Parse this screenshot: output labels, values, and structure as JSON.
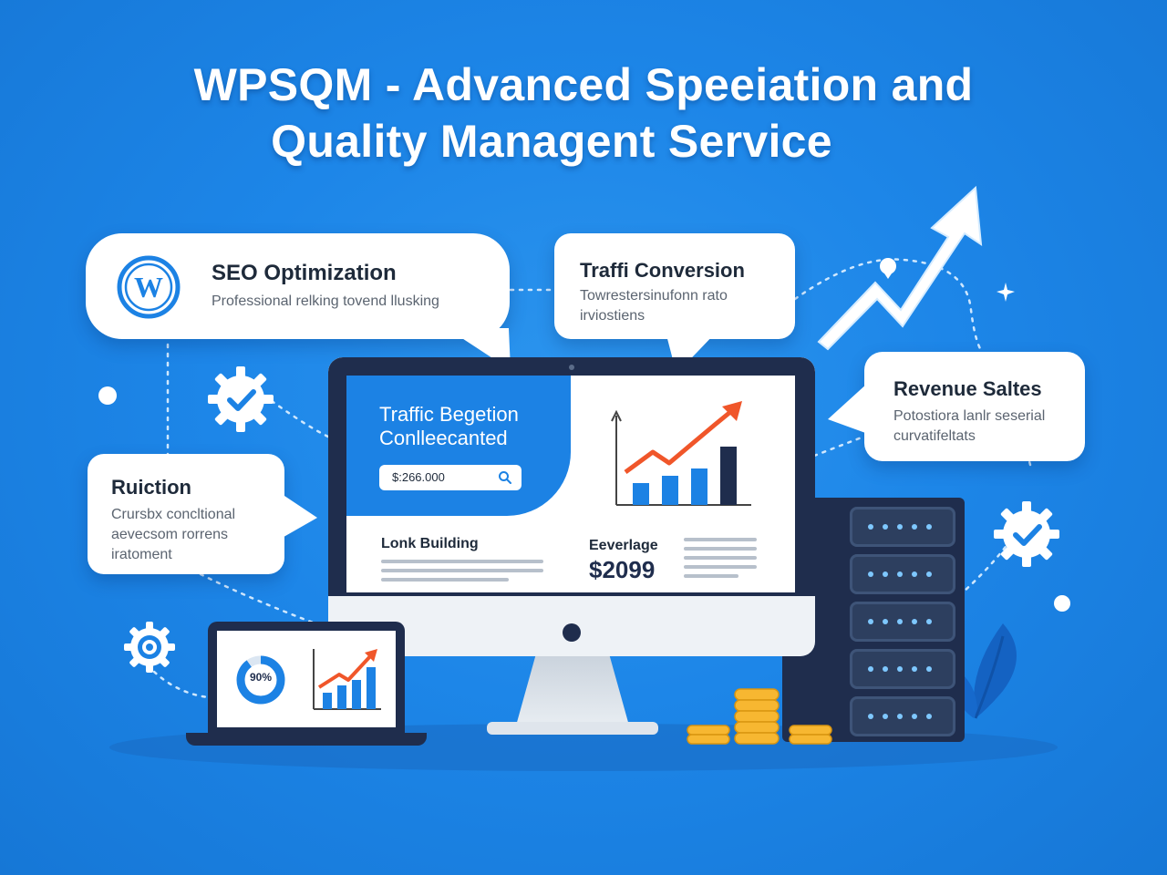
{
  "title": {
    "line1": "WPSQM - Advanced Speeiation and",
    "line2": "Quality Managent Service"
  },
  "bubbles": {
    "seo": {
      "title": "SEO Optimization",
      "subtitle": "Professional relking tovend llusking",
      "icon": "wordpress-icon"
    },
    "traffic": {
      "title": "Traffi Conversion",
      "subtitle_line1": "Towrestersinufonn rato",
      "subtitle_line2": "irviostiens"
    },
    "revenue": {
      "title": "Revenue Saltes",
      "subtitle_line1": "Potostiora lanlr seserial",
      "subtitle_line2": "curvatifeltats"
    },
    "ruiction": {
      "title": "Ruiction",
      "subtitle_line1": "Crursbx concltional",
      "subtitle_line2": "aevecsom rorrens",
      "subtitle_line3": "iratoment"
    }
  },
  "monitor": {
    "hero_line1": "Traffic Begetion",
    "hero_line2": "Conlleecanted",
    "search_value": "$:266.000",
    "link_label": "Lonk Building",
    "average_label": "Eeverlage",
    "average_value": "$2099"
  },
  "laptop": {
    "donut_label": "90%",
    "donut_percent": 90
  },
  "colors": {
    "background": "#1d86e8",
    "accent_blue": "#1c82e4",
    "trend_orange": "#f0562a",
    "navy": "#1f2d4d",
    "coin_gold": "#f7b731"
  }
}
